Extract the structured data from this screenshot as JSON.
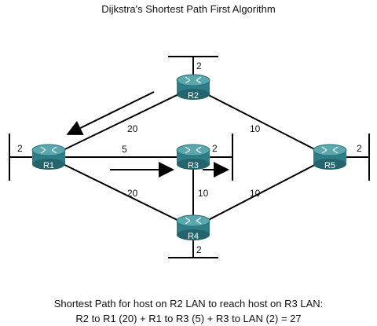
{
  "title": "Dijkstra's Shortest Path First Algorithm",
  "routers": {
    "r1": "R1",
    "r2": "R2",
    "r3": "R3",
    "r4": "R4",
    "r5": "R5"
  },
  "link_costs": {
    "r1_r2": "20",
    "r1_r3": "5",
    "r1_r4": "20",
    "r2_r5": "10",
    "r3_r4": "10",
    "r4_r5": "10"
  },
  "lan_costs": {
    "r1_lan": "2",
    "r2_lan": "2",
    "r3_lan": "2",
    "r4_lan": "2",
    "r5_lan": "2"
  },
  "caption": {
    "line1": "Shortest Path for host on R2 LAN to reach host on R3 LAN:",
    "line2": "R2 to R1 (20) + R1 to R3 (5) + R3 to LAN (2) = 27"
  },
  "colors": {
    "router_body": "#2f7d86",
    "router_top": "#5aa7ae",
    "line": "#000000"
  }
}
